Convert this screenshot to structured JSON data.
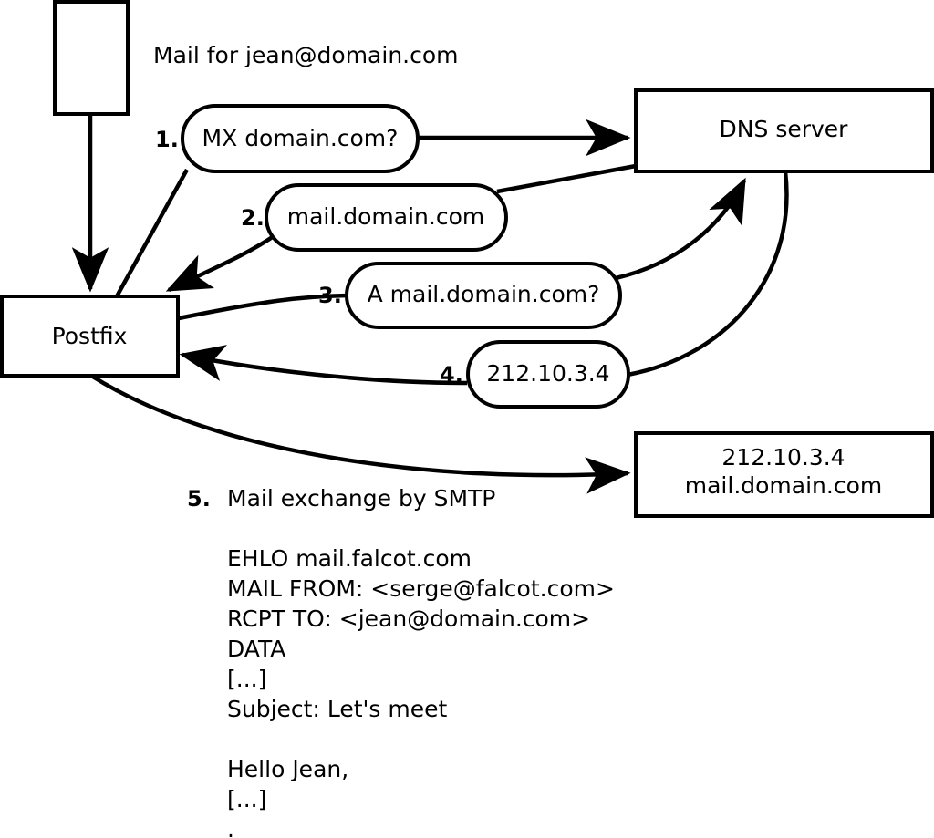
{
  "diagram": {
    "title_note": "Mail for jean@domain.com",
    "nodes": [
      {
        "id": "mua",
        "label": ""
      },
      {
        "id": "postfix",
        "label": "Postfix"
      },
      {
        "id": "dns",
        "label": "DNS server"
      },
      {
        "id": "mailserver",
        "line1": "212.10.3.4",
        "line2": "mail.domain.com"
      }
    ],
    "steps": [
      {
        "num": "1.",
        "message": "MX domain.com?"
      },
      {
        "num": "2.",
        "message": "mail.domain.com"
      },
      {
        "num": "3.",
        "message": "A mail.domain.com?"
      },
      {
        "num": "4.",
        "message": "212.10.3.4"
      },
      {
        "num": "5.",
        "message": "Mail exchange by SMTP"
      }
    ],
    "transcript": [
      "EHLO mail.falcot.com",
      "MAIL FROM: <serge@falcot.com>",
      "RCPT TO: <jean@domain.com>",
      "DATA",
      "[...]",
      "Subject: Let's meet",
      "",
      "Hello Jean,",
      "[...]",
      "."
    ],
    "colors": {
      "stroke": "#000000",
      "fill": "#ffffff",
      "text": "#000000"
    }
  }
}
